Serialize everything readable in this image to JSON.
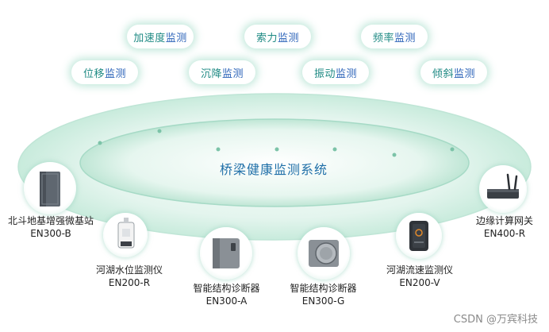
{
  "system_title": "桥梁健康监测系统",
  "monitors": [
    {
      "label_a": "位移",
      "label_b": "监测"
    },
    {
      "label_a": "加速度",
      "label_b": "监测"
    },
    {
      "label_a": "沉降",
      "label_b": "监测"
    },
    {
      "label_a": "索力",
      "label_b": "监测"
    },
    {
      "label_a": "振动",
      "label_b": "监测"
    },
    {
      "label_a": "频率",
      "label_b": "监测"
    },
    {
      "label_a": "倾斜",
      "label_b": "监测"
    }
  ],
  "devices": [
    {
      "name": "北斗地基增强微基站",
      "model": "EN300-B",
      "icon": "base-station-icon"
    },
    {
      "name": "河湖水位监测仪",
      "model": "EN200-R",
      "icon": "water-level-sensor-icon"
    },
    {
      "name": "智能结构诊断器",
      "model": "EN300-A",
      "icon": "structure-diagnostic-icon"
    },
    {
      "name": "智能结构诊断器",
      "model": "EN300-G",
      "icon": "structure-diagnostic-round-icon"
    },
    {
      "name": "河湖流速监测仪",
      "model": "EN200-V",
      "icon": "flow-velocity-sensor-icon"
    },
    {
      "name": "边缘计算网关",
      "model": "EN400-R",
      "icon": "edge-gateway-icon"
    }
  ],
  "watermark": "CSDN @万宾科技",
  "colors": {
    "accent_green": "#1f8a84",
    "accent_blue": "#2a62b8",
    "title_blue": "#1f6fa8"
  }
}
